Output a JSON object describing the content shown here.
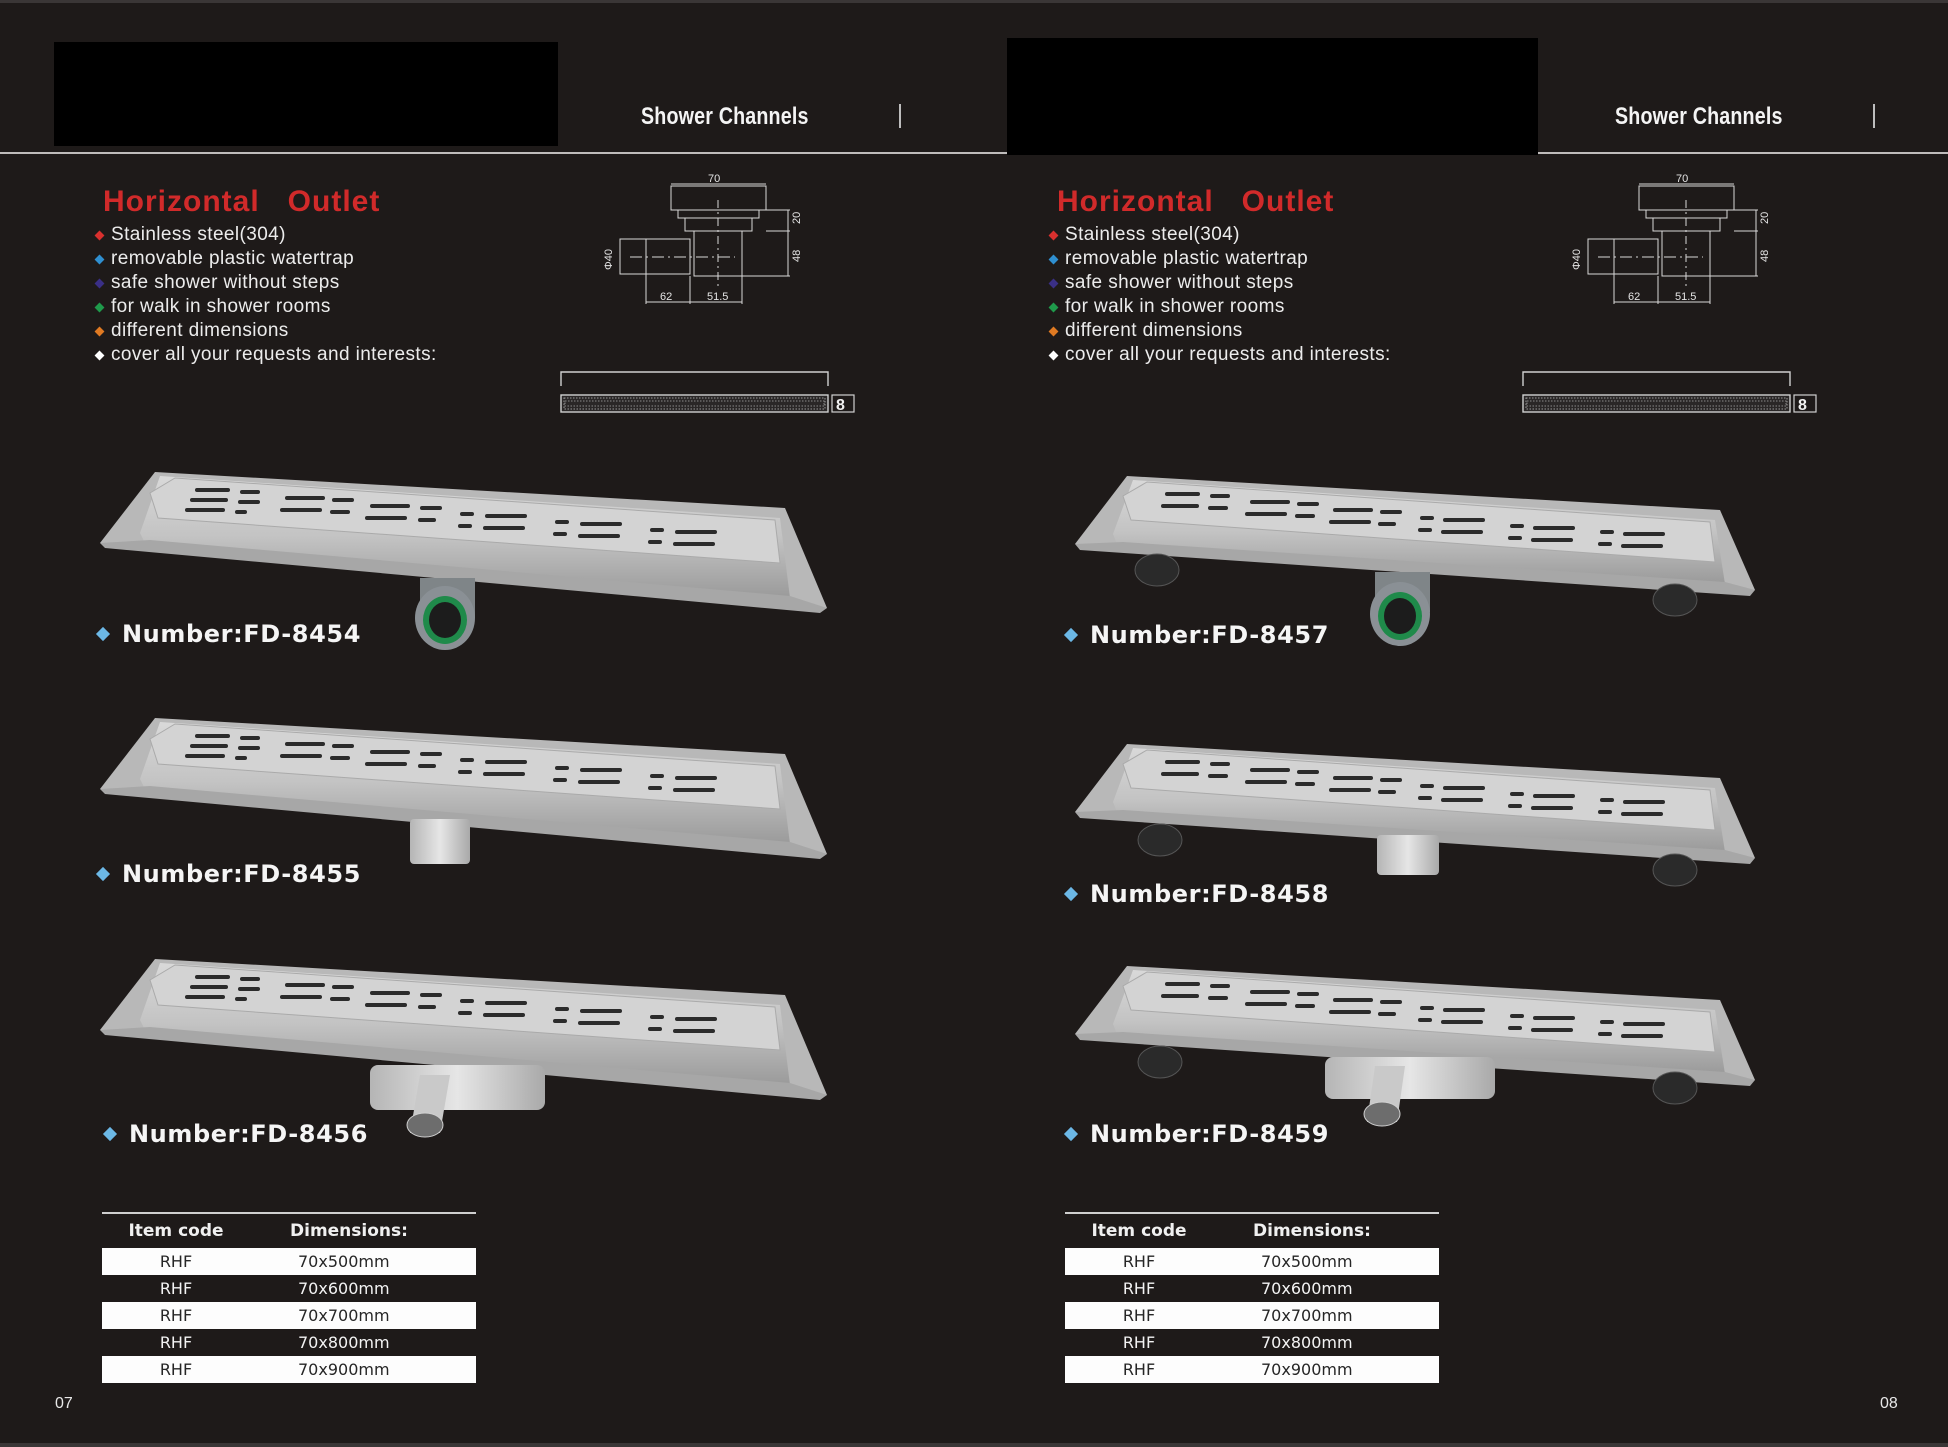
{
  "spread": {
    "left_page": {
      "header_title": "Shower Channels",
      "section_title": "Horizontal   Outlet",
      "features": [
        {
          "text": "Stainless steel(304)",
          "bullet_color": "#d9302e"
        },
        {
          "text": "removable plastic watertrap",
          "bullet_color": "#2f8fd0"
        },
        {
          "text": "safe shower without steps",
          "bullet_color": "#3a2f86"
        },
        {
          "text": "for walk in shower rooms",
          "bullet_color": "#1f9a4b"
        },
        {
          "text": "different dimensions",
          "bullet_color": "#e07a22"
        },
        {
          "text": "cover all your requests and interests:",
          "bullet_color": "#ffffff"
        }
      ],
      "diagram": {
        "top_width": "70",
        "top_height": "20",
        "body_height": "48",
        "pipe_diameter": "Φ40",
        "pipe_length": "62",
        "body_width": "51.5"
      },
      "products": [
        {
          "label": "Number:FD-8454",
          "outlet": "plastic-trap"
        },
        {
          "label": "Number:FD-8455",
          "outlet": "vertical-pipe"
        },
        {
          "label": "Number:FD-8456",
          "outlet": "side-pipe"
        }
      ],
      "spec_table": {
        "headers": [
          "Item code",
          "Dimensions:"
        ],
        "rows": [
          [
            "RHF",
            "70x500mm"
          ],
          [
            "RHF",
            "70x600mm"
          ],
          [
            "RHF",
            "70x700mm"
          ],
          [
            "RHF",
            "70x800mm"
          ],
          [
            "RHF",
            "70x900mm"
          ]
        ]
      },
      "page_number": "07"
    },
    "right_page": {
      "header_title": "Shower Channels",
      "section_title": "Horizontal   Outlet",
      "features": [
        {
          "text": "Stainless steel(304)",
          "bullet_color": "#d9302e"
        },
        {
          "text": "removable plastic watertrap",
          "bullet_color": "#2f8fd0"
        },
        {
          "text": "safe shower without steps",
          "bullet_color": "#3a2f86"
        },
        {
          "text": "for walk in shower rooms",
          "bullet_color": "#1f9a4b"
        },
        {
          "text": "different dimensions",
          "bullet_color": "#e07a22"
        },
        {
          "text": "cover all your requests and interests:",
          "bullet_color": "#ffffff"
        }
      ],
      "diagram": {
        "top_width": "70",
        "top_height": "20",
        "body_height": "48",
        "pipe_diameter": "Φ40",
        "pipe_length": "62",
        "body_width": "51.5"
      },
      "products": [
        {
          "label": "Number:FD-8457",
          "outlet": "plastic-trap-with-feet"
        },
        {
          "label": "Number:FD-8458",
          "outlet": "vertical-pipe-with-feet"
        },
        {
          "label": "Number:FD-8459",
          "outlet": "side-pipe-with-feet"
        }
      ],
      "spec_table": {
        "headers": [
          "Item code",
          "Dimensions:"
        ],
        "rows": [
          [
            "RHF",
            "70x500mm"
          ],
          [
            "RHF",
            "70x600mm"
          ],
          [
            "RHF",
            "70x700mm"
          ],
          [
            "RHF",
            "70x800mm"
          ],
          [
            "RHF",
            "70x900mm"
          ]
        ]
      },
      "page_number": "08"
    }
  },
  "colors": {
    "background": "#1e1a19",
    "title_red": "#d12a2a",
    "label_diamond": "#6cb8e6",
    "table_light_row": "#fdfdfd"
  }
}
